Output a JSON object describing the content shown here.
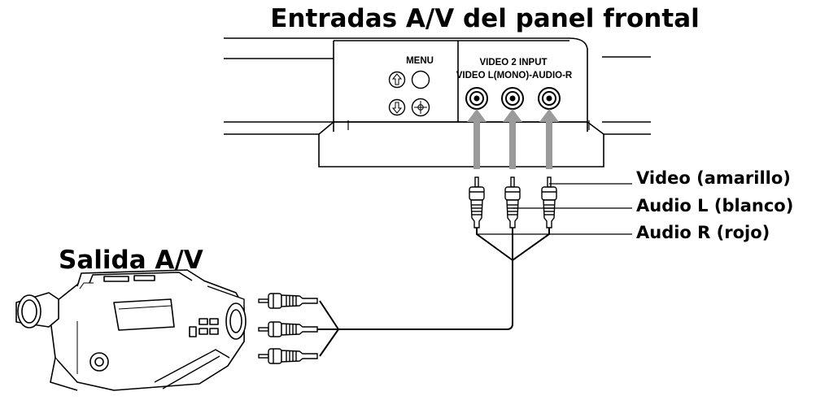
{
  "diagram": {
    "title": "Entradas A/V del panel frontal",
    "source_label": "Salida A/V",
    "panel": {
      "menu_label": "MENU",
      "input_heading": "VIDEO 2 INPUT",
      "jack_labels": "VIDEO L(MONO)-AUDIO-R"
    },
    "cable_labels": {
      "video": "Video (amarillo)",
      "audio_l": "Audio L (blanco)",
      "audio_r": "Audio R (rojo)"
    },
    "icons": [
      "up-arrow-button-icon",
      "down-arrow-button-icon",
      "menu-button-icon",
      "select-button-icon",
      "rca-jack-icon",
      "rca-plug-icon",
      "camcorder-icon"
    ],
    "colors": {
      "line": "#000000",
      "arrow": "#9a9a9a",
      "background": "#ffffff"
    }
  }
}
